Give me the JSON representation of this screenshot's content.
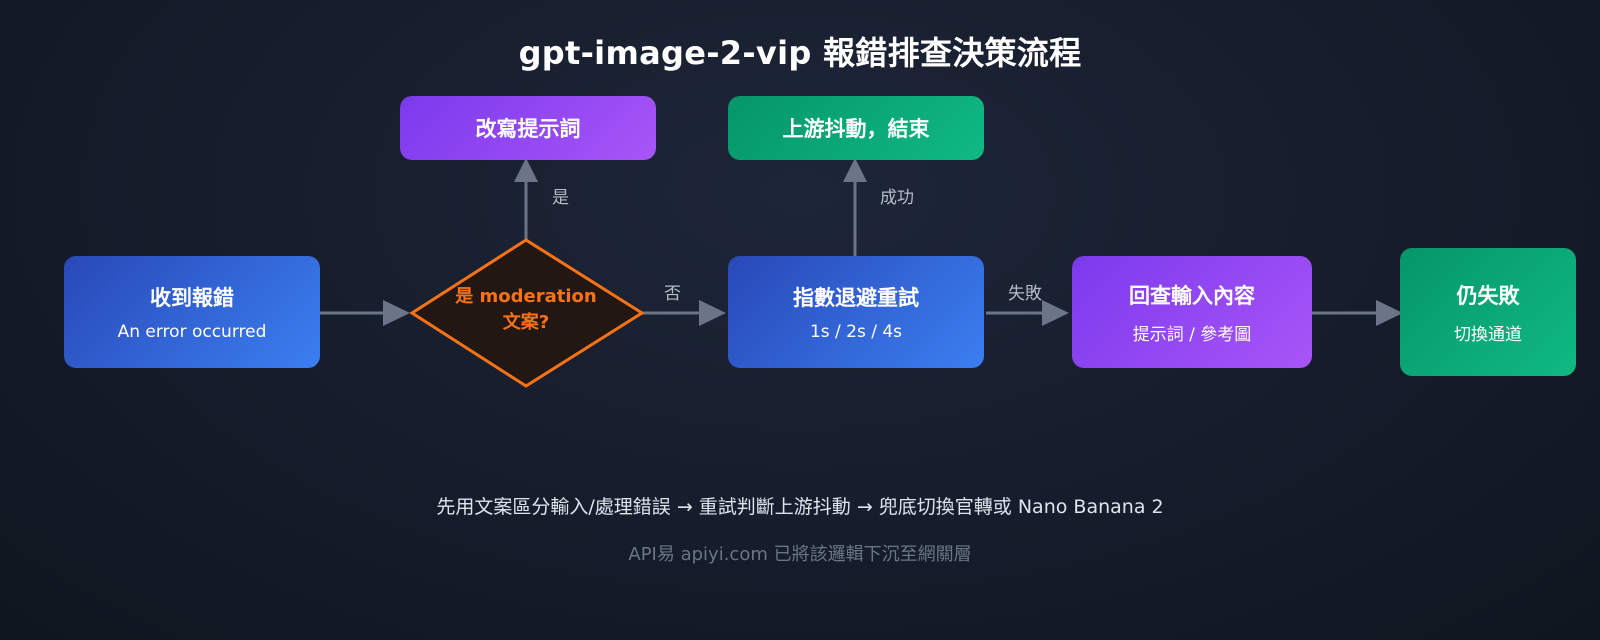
{
  "title": "gpt-image-2-vip 報錯排查決策流程",
  "nodes": {
    "start": {
      "main": "收到報錯",
      "sub": "An error occurred"
    },
    "decision": {
      "line1": "是 moderation",
      "line2": "文案?"
    },
    "rewrite": {
      "main": "改寫提示詞"
    },
    "retry": {
      "main": "指數退避重試",
      "sub": "1s / 2s / 4s"
    },
    "upstream_end": {
      "main": "上游抖動，結束"
    },
    "review": {
      "main": "回查輸入內容",
      "sub": "提示詞 / 參考圖"
    },
    "still_fail": {
      "main": "仍失敗",
      "sub": "切換通道"
    }
  },
  "edges": {
    "yes": "是",
    "no": "否",
    "success": "成功",
    "fail": "失敗"
  },
  "footer": {
    "summary": "先用文案區分輸入/處理錯誤 → 重試判斷上游抖動 → 兜底切換官轉或 Nano Banana 2",
    "note": "API易 apiyi.com 已將該邏輯下沉至網關層"
  },
  "colors": {
    "blue": "#3b7ff0",
    "purple": "#a855f7",
    "green": "#10b981",
    "decision_stroke": "#f97316",
    "arrow": "#6b7587"
  }
}
